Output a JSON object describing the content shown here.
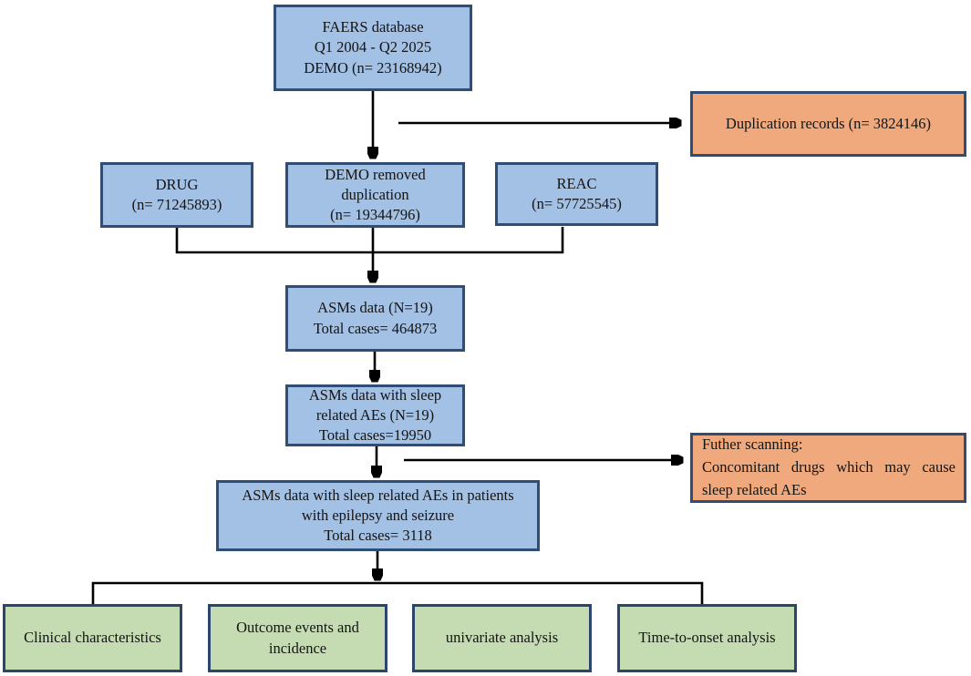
{
  "colors": {
    "process_fill": "#a3c1e4",
    "branch_fill": "#efa97d",
    "outcome_fill": "#c5dcb3",
    "box_border": "#2e4d77",
    "arrow": "#000000"
  },
  "nodes": {
    "faers": {
      "line1": "FAERS database",
      "line2": "Q1 2004 - Q2 2025",
      "line3": "DEMO (n= 23168942)"
    },
    "duplication_records": {
      "line1": "Duplication records (n= 3824146)"
    },
    "drug": {
      "line1": "DRUG",
      "line2": "(n= 71245893)"
    },
    "demo_removed": {
      "line1": "DEMO removed",
      "line2": "duplication",
      "line3": "(n= 19344796)"
    },
    "reac": {
      "line1": "REAC",
      "line2": "(n= 57725545)"
    },
    "asms_data": {
      "line1": "ASMs data (N=19)",
      "line2": "Total cases= 464873"
    },
    "asms_sleep": {
      "line1": "ASMs data with sleep",
      "line2": "related AEs (N=19)",
      "line3": "Total cases=19950"
    },
    "further_scanning": {
      "line1": "Futher scanning:",
      "line2": "Concomitant drugs which may cause sleep related AEs"
    },
    "asms_epilepsy": {
      "line1": "ASMs data with sleep related AEs in patients",
      "line2": "with epilepsy and seizure",
      "line3": "Total cases= 3118"
    },
    "clinical": {
      "line1": "Clinical characteristics"
    },
    "outcome": {
      "line1": "Outcome events and",
      "line2": "incidence"
    },
    "univariate": {
      "line1": "univariate analysis"
    },
    "time_to_onset": {
      "line1": "Time-to-onset analysis"
    }
  }
}
